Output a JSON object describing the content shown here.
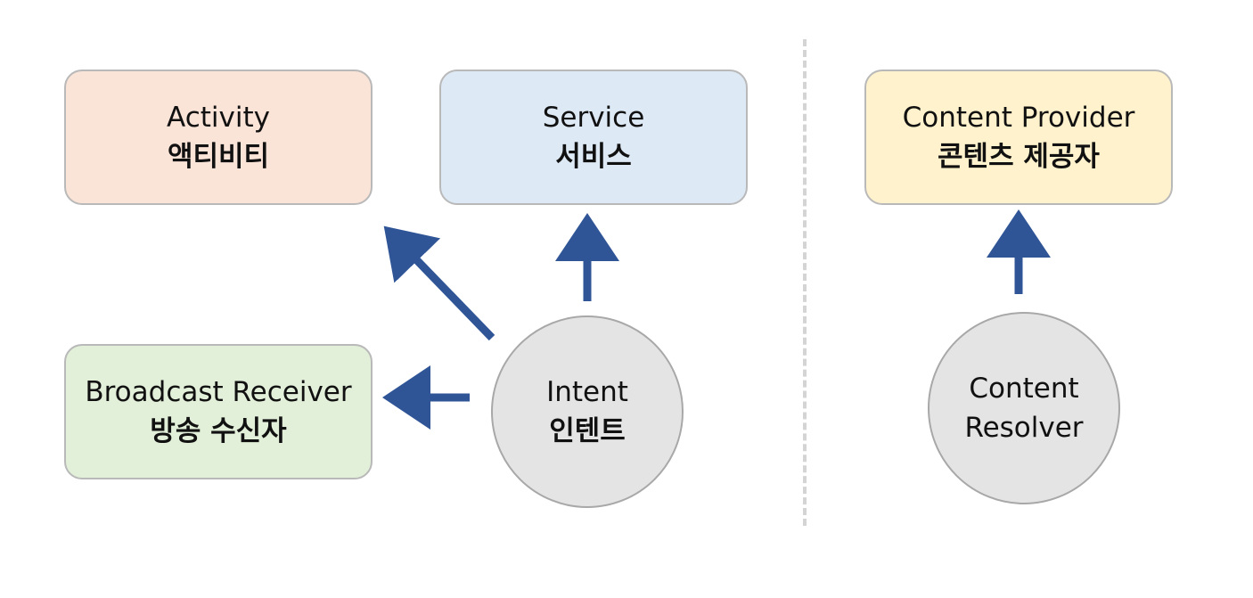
{
  "colors": {
    "activity_fill": "#fae3d7",
    "service_fill": "#dde9f5",
    "provider_fill": "#fff2cc",
    "broadcast_fill": "#e2efd9",
    "circle_fill": "#e4e4e4",
    "arrow": "#2f5597",
    "divider": "#d4d4d4"
  },
  "components": {
    "activity": {
      "en": "Activity",
      "ko": "액티비티"
    },
    "service": {
      "en": "Service",
      "ko": "서비스"
    },
    "content_provider": {
      "en": "Content Provider",
      "ko": "콘텐츠 제공자"
    },
    "broadcast_receiver": {
      "en": "Broadcast Receiver",
      "ko": "방송 수신자"
    }
  },
  "circles": {
    "intent": {
      "en": "Intent",
      "ko": "인텐트"
    },
    "content_resolver": {
      "line1": "Content",
      "line2": "Resolver"
    }
  },
  "arrows": [
    {
      "from": "intent",
      "to": "activity"
    },
    {
      "from": "intent",
      "to": "service"
    },
    {
      "from": "intent",
      "to": "broadcast_receiver"
    },
    {
      "from": "content_resolver",
      "to": "content_provider"
    }
  ]
}
